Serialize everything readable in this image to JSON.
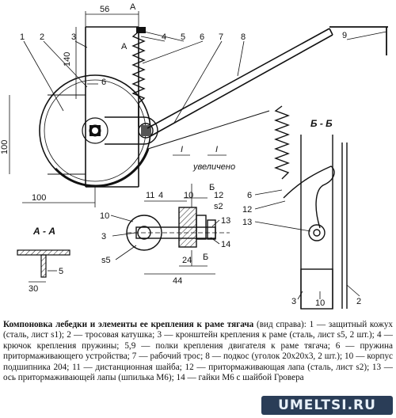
{
  "drawing": {
    "dimensions": {
      "d56": "56",
      "d140": "140",
      "d100": "100",
      "d6": "6",
      "d4": "4",
      "d10": "10",
      "d24": "24",
      "d44": "44",
      "d30": "30",
      "d5": "5"
    },
    "parts": {
      "p1": "1",
      "p2": "2",
      "p3": "3",
      "p4": "4",
      "p5": "5",
      "p6": "6",
      "p7": "7",
      "p8": "8",
      "p9": "9",
      "p11": "11",
      "p12": "12",
      "p13": "13",
      "p14": "14",
      "p10": "10",
      "s2": "s2",
      "p3b": "3",
      "s5": "s5",
      "bb6": "6",
      "bb12": "12",
      "bb13": "13",
      "bb3": "3",
      "bb10": "10",
      "bb2": "2"
    },
    "sections": {
      "aa": "А - А",
      "bb": "Б - Б",
      "a_top": "А",
      "a_side": "А",
      "b_top": "Б",
      "b_bot": "Б"
    },
    "detail": {
      "marker": "I",
      "marker_label": "I",
      "enlarged": "увеличено"
    }
  },
  "caption": {
    "title": "Компоновка лебедки и элементы ее крепления к раме тягача",
    "title_note": " (вид справа):",
    "body": "1 — защитный кожух (сталь, лист s1); 2 — тросовая катушка; 3 — кронштейн крепления к раме (сталь, лист s5, 2 шт.); 4 — крючок крепления пружины; 5,9 — полки крепления двигателя к раме тягача; 6 — пружина притормаживающего устройства; 7 — рабочий трос; 8 — подкос (уголок 20х20х3, 2 шт.); 10 — корпус подшипника 204; 11 — дистанционная шайба; 12 — притормаживающая лапа (сталь, лист s2); 13 — ось притормаживающей лапы (шпилька М6); 14 — гайки М6 с шайбой Гровера"
  },
  "watermark": "UMELTSI.RU"
}
